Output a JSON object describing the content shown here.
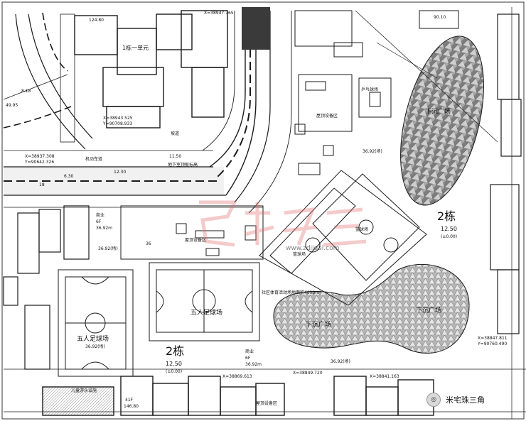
{
  "labels": {
    "building_1_unit": "1栋一单元",
    "building_2_right": "2栋",
    "building_2_bottom": "2栋",
    "elev_2_right": "12.50",
    "elev_2_right_sub": "(±0.00)",
    "elev_2_bottom": "12.50",
    "elev_2_bottom_sub": "(±0.00)",
    "sunken_plaza": "下沉广场",
    "pingpong": "乒乓球场",
    "basketball_1": "篮球场",
    "basketball_2": "篮球场",
    "five_a_side_center": "五人足球场",
    "five_a_side_left": "五人足球场",
    "elev_left_field": "36.92(场)",
    "community_sports_area": "社区体育活动场地面积4000m²",
    "garage_ramp": "地下室顶板标高",
    "elev_11_50": "11.50",
    "elev_12_30": "12.30",
    "commercial_left": "商业",
    "commercial_left_floor": "6F",
    "commercial_left_elev": "36.92m",
    "commercial_bottom": "商业",
    "commercial_bottom_floor": "6F",
    "commercial_bottom_elev": "36.92m",
    "elev_36_92_left": "36.92(场)",
    "elev_36_92_top": "36.92(场)",
    "elev_36_92_bottom": "36.92(场)",
    "childrens_area": "儿童游乐设施",
    "elev_41f": "41F",
    "elev_146": "146.80",
    "roof_equipment": "屋顶设备区",
    "coord_y_1": "Y=90642.326",
    "coord_x_1": "X=38937.308",
    "coord_y_2": "Y=90708.933",
    "coord_x_2": "X=38943.525",
    "coord_x_3": "X=38847.811",
    "coord_y_3": "Y=90760.490",
    "coord_x_4": "X=38869.613",
    "coord_x_5": "X=38849.720",
    "coord_x_6": "X=38841.163",
    "coord_x_7": "X=38947.765",
    "dim_49_95": "49.95",
    "dim_818": "8.18",
    "dim_124": "124.80",
    "dim_90": "90.10",
    "dim_6_30": "6.30",
    "dim_36": "36",
    "dim_18": "18",
    "ramp_label": "坡道",
    "parking": "机动车道",
    "watermark_url": "www.zdiigai.com",
    "logo_text": "米宅珠三角"
  },
  "colors": {
    "line": "#1a1a1a",
    "road_fill": "#e3e3e3",
    "mesh_fill": "#8a8a8a",
    "watermark": "#e06b6b"
  }
}
